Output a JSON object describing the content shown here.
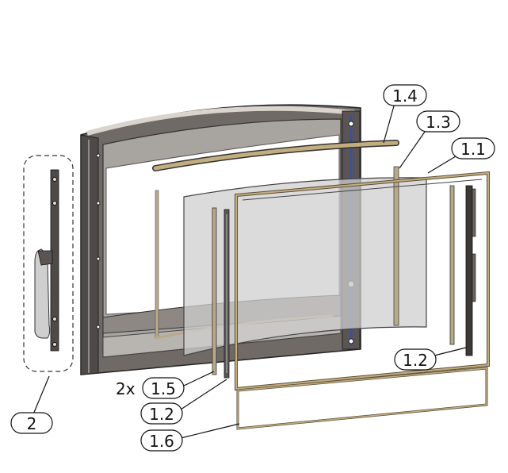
{
  "diagram": {
    "callouts": {
      "c1_4": "1.4",
      "c1_3": "1.3",
      "c1_1": "1.1",
      "c1_2_right": "1.2",
      "c1_5": "1.5",
      "c1_2_left": "1.2",
      "c1_6": "1.6",
      "c2": "2"
    },
    "quantity_prefix": "2x"
  }
}
